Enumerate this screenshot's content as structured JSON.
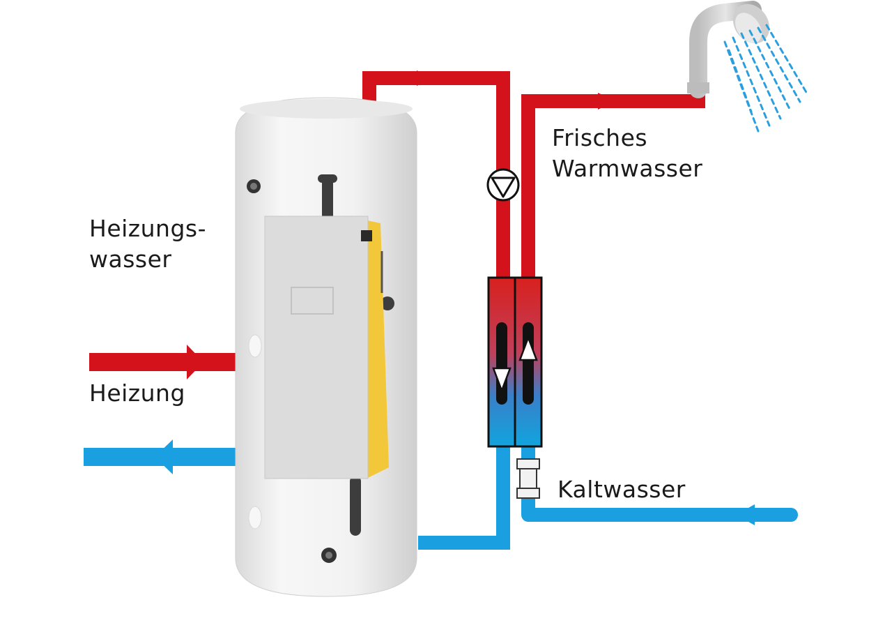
{
  "labels": {
    "fresh_warm_water": [
      "Frisches",
      "Warmwasser"
    ],
    "heating_water": [
      "Heizungs-",
      "wasser"
    ],
    "heating": "Heizung",
    "cold_water": "Kaltwasser"
  },
  "colors": {
    "hot": "#d3121c",
    "cold": "#1aa0e0",
    "tank": "#eeeeee",
    "panel": "#dcdcdc",
    "accent_yellow": "#f2c83a",
    "spray": "#2a9fe0",
    "showerhead": "#cfcfcf"
  },
  "icons": [
    "pump-icon",
    "flow-down-arrow-icon",
    "flow-up-arrow-icon",
    "shower-head-icon",
    "brand-logo-icon"
  ]
}
